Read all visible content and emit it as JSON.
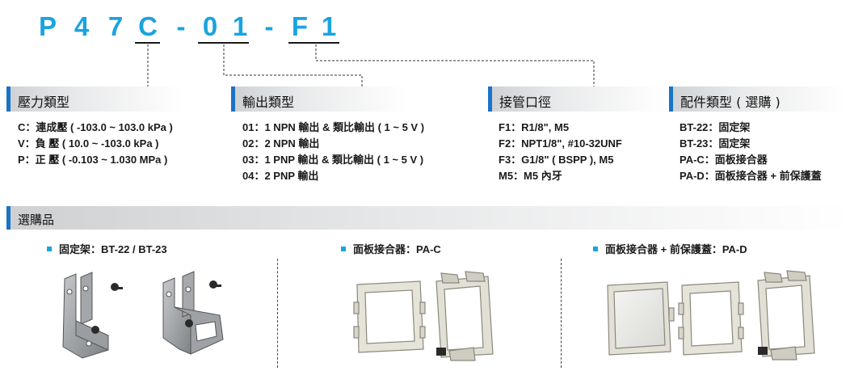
{
  "model_code": {
    "chars": [
      "P",
      "4",
      "7",
      "C",
      "-",
      "0",
      "1",
      "-",
      "F",
      "1"
    ]
  },
  "sections": [
    {
      "title": "壓力類型",
      "items": [
        "C：連成壓 ( -103.0 ~ 103.0 kPa )",
        "V：負  壓 ( 10.0 ~ -103.0 kPa )",
        "P：正  壓 ( -0.103 ~ 1.030 MPa )"
      ]
    },
    {
      "title": "輸出類型",
      "items": [
        "01：1 NPN 輸出 & 類比輸出  ( 1 ~ 5 V )",
        "02：2 NPN 輸出",
        "03：1 PNP 輸出 & 類比輸出  ( 1 ~ 5 V )",
        "04：2 PNP 輸出"
      ]
    },
    {
      "title": "接管口徑",
      "items": [
        "F1：R1/8\", M5",
        "F2：NPT1/8\", #10-32UNF",
        "F3：G1/8\" ( BSPP ), M5",
        "M5：M5 內牙"
      ]
    },
    {
      "title": "配件類型 ( 選購 )",
      "items": [
        "BT-22：固定架",
        "BT-23：固定架",
        "PA-C：面板接合器",
        "PA-D：面板接合器 + 前保護蓋"
      ]
    }
  ],
  "options": {
    "title": "選購品",
    "products": [
      {
        "label": "固定架：BT-22 / BT-23"
      },
      {
        "label": "面板接合器：PA-C"
      },
      {
        "label": "面板接合器 + 前保護蓋：PA-D"
      }
    ]
  },
  "colors": {
    "code_blue": "#1aa3e0",
    "accent_blue": "#1a73c8",
    "metal": "#8f9296",
    "plastic": "#e6e3d8"
  }
}
